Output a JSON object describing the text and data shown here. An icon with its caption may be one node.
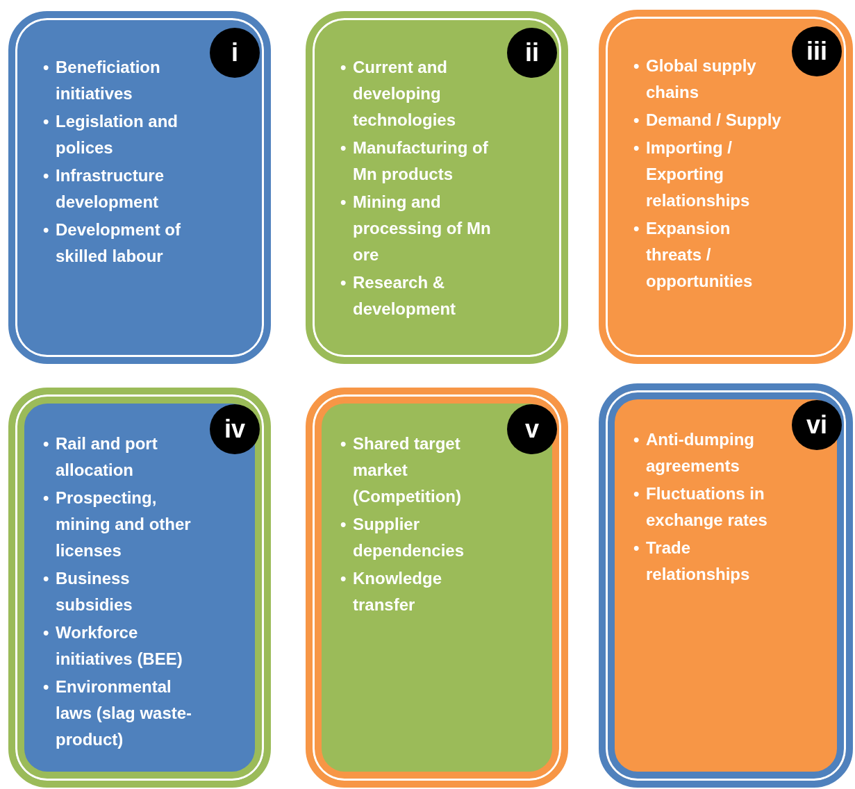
{
  "diagram": {
    "nodes": [
      {
        "text": [
          "•",
          "Beneficiation initiatives",
          "•",
          "Legislation and polices",
          "•",
          "Infrastructure development",
          "•",
          "Development of skilled labour"
        ]
      },
      {
        "text": [
          "i"
        ],
        "in": 0
      },
      {
        "text": [
          "•",
          "Current and developing technologies",
          "•",
          "Manufacturing of Mn products",
          "•",
          "Mining and processing of Mn ore",
          "•",
          "Research & development"
        ]
      },
      {
        "text": [
          "ii"
        ],
        "in": 2
      },
      {
        "text": [
          "•",
          "Global supply chains",
          "•",
          "Demand / Supply",
          "•",
          "Importing / Exporting relationships",
          "•",
          "Expansion threats / opportunities"
        ]
      },
      {
        "text": [
          "iii"
        ],
        "in": 4
      },
      {
        "text": [
          "•",
          "Rail and port allocation",
          "•",
          "Prospecting, mining and other licenses",
          "•",
          "Business subsidies",
          "•",
          "Workforce initiatives (BEE)",
          "•",
          "Environmental laws (slag waste-product)"
        ]
      },
      {
        "text": [
          "iv"
        ],
        "in": 6
      },
      {
        "text": [
          "•",
          "Shared target market (Competition)",
          "•",
          "Supplier dependencies",
          "•",
          "Knowledge transfer"
        ]
      },
      {
        "text": [
          "v"
        ],
        "in": 8
      },
      {
        "text": [
          "•",
          "Anti-dumping agreements",
          "•",
          "Fluctuations in exchange rates",
          "•",
          "Trade relationships"
        ]
      },
      {
        "text": [
          "vi"
        ],
        "in": 10
      }
    ]
  }
}
